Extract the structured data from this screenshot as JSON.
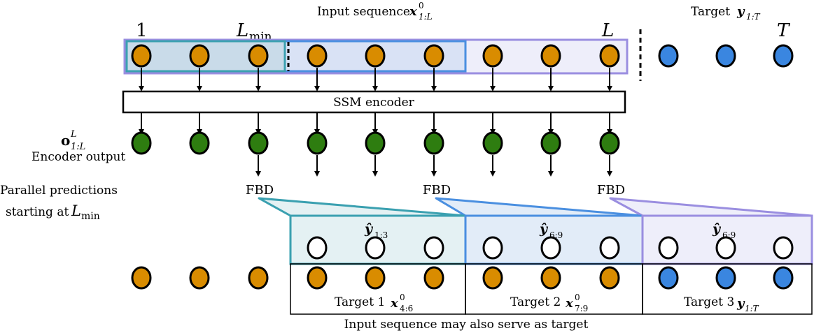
{
  "header": {
    "input_sequence_label": "Input sequence",
    "input_sequence_math": "x",
    "input_sequence_sup": "0",
    "input_sequence_sub": "1:L",
    "target_label": "Target",
    "target_math": "y",
    "target_sub": "1:T"
  },
  "index_labels": {
    "one": "1",
    "lmin": "L",
    "lmin_sub": "min",
    "l": "L",
    "t": "T"
  },
  "encoder": {
    "label": "SSM encoder"
  },
  "encoder_output": {
    "math": "o",
    "sup": "L",
    "sub": "1:L",
    "label": "Encoder output"
  },
  "parallel": {
    "line1": "Parallel predictions",
    "line2": "starting at",
    "lmin": "L",
    "lmin_sub": "min"
  },
  "decoders": [
    {
      "label": "FBD"
    },
    {
      "label": "FBD"
    },
    {
      "label": "FBD"
    }
  ],
  "predictions": [
    {
      "hat": "ŷ",
      "sub": "1:3"
    },
    {
      "hat": "ŷ",
      "sub": "6:9"
    },
    {
      "hat": "ŷ",
      "sub": "6:9"
    }
  ],
  "targets": [
    {
      "label": "Target 1",
      "math": "x",
      "sup": "0",
      "sub": "4:6"
    },
    {
      "label": "Target 2",
      "math": "x",
      "sup": "0",
      "sub": "7:9"
    },
    {
      "label": "Target 3",
      "math": "y",
      "sup": "",
      "sub": "1:T"
    }
  ],
  "footer": {
    "note": "Input sequence may also serve as target"
  },
  "colors": {
    "input_node": "#d98c00",
    "target_node": "#3a86e0",
    "encoder_node": "#2e7d10",
    "teal": "#3aa0b0",
    "blue": "#4a8fe0",
    "purple": "#9a8ee0",
    "teal_fill": "#e4f1f3",
    "blue_fill": "#e2ecf8",
    "purple_fill": "#eeeefa"
  }
}
